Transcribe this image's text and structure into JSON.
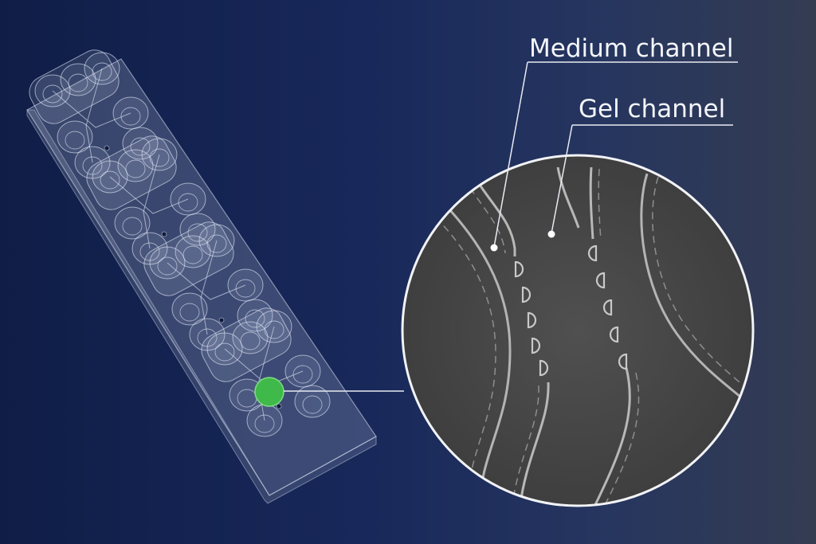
{
  "labels": {
    "medium_channel": "Medium channel",
    "gel_channel": "Gel channel"
  },
  "colors": {
    "background_left": "#0f1d47",
    "background_right": "#343c52",
    "highlight_marker": "#3fb94a",
    "leader_line": "#e8ebf2",
    "magnifier_fill": "#474747"
  },
  "chip": {
    "units": 4,
    "wells_per_unit": 7
  }
}
